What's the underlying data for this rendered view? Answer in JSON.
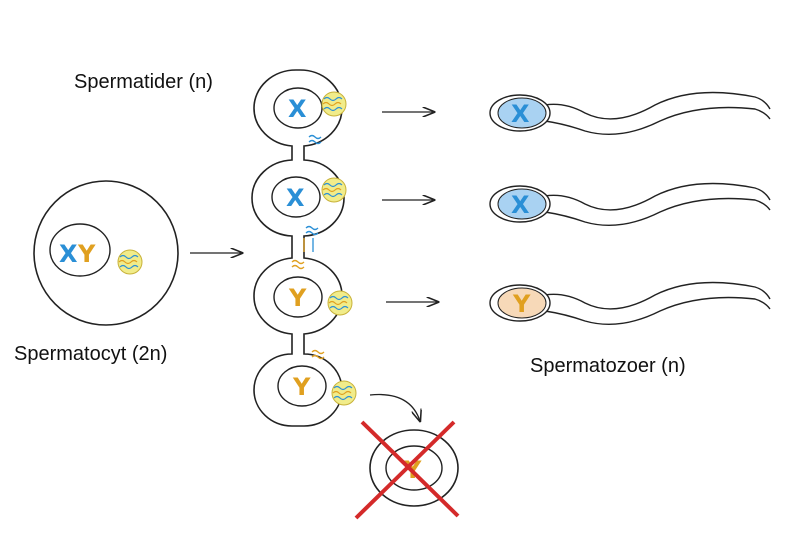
{
  "labels": {
    "spermatids": "Spermatider (n)",
    "spermatocyte": "Spermatocyt (2n)",
    "spermatozoa": "Spermatozoer (n)"
  },
  "chromosomes": {
    "x": "X",
    "y": "Y",
    "xy": "XY"
  },
  "colors": {
    "x_chromosome": "#2a8fd6",
    "y_chromosome": "#e0a020",
    "x_head_fill": "#a9d2f2",
    "y_head_fill": "#f7d9b8",
    "mitochondria_fill": "#f1ec8a",
    "cross": "#d42a2a",
    "outline": "#222222"
  },
  "icons": {
    "mitochondrion": "mitochondrion-icon",
    "cytoplasm_bridge": "wavy-bridge-icon",
    "degenerated": "red-cross-icon"
  }
}
